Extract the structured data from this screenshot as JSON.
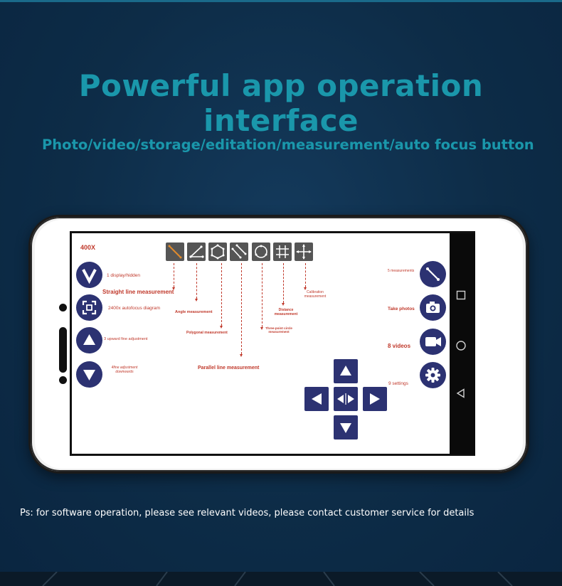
{
  "header": {
    "title": "Powerful app operation interface",
    "subtitle": "Photo/video/storage/editation/measurement/auto focus button"
  },
  "footer": {
    "note": "Ps: for software operation, please see relevant videos, please contact customer service for details"
  },
  "app": {
    "zoom": "400X",
    "tools": [
      "straight-line-icon",
      "angle-icon",
      "polygon-icon",
      "parallel-lines-icon",
      "circle-icon",
      "grid-icon",
      "crosshair-icon"
    ],
    "labels": {
      "display_hidden": "1 display/hidden",
      "straight_line": "Straight line measurement",
      "autofocus": "2400x autofocus diagram",
      "angle": "Angle measurement",
      "upward_fine": "3 upward fine adjustment",
      "polygonal": "Polygonal measurement",
      "fine_down": "4fine adjustment downwards",
      "parallel": "Parallel line measurement",
      "three_point_circle": "Three-point circle measurement",
      "distance": "Distance measurement",
      "calibration": "Calibration measurement",
      "measurements": "5 measurements",
      "take_photos": "Take photos",
      "videos": "8 videos",
      "settings": "9 settings"
    }
  },
  "colors": {
    "accent": "#1a97ab",
    "button": "#2c3272",
    "annotation": "#c0392b",
    "background": "#0d2c47"
  }
}
